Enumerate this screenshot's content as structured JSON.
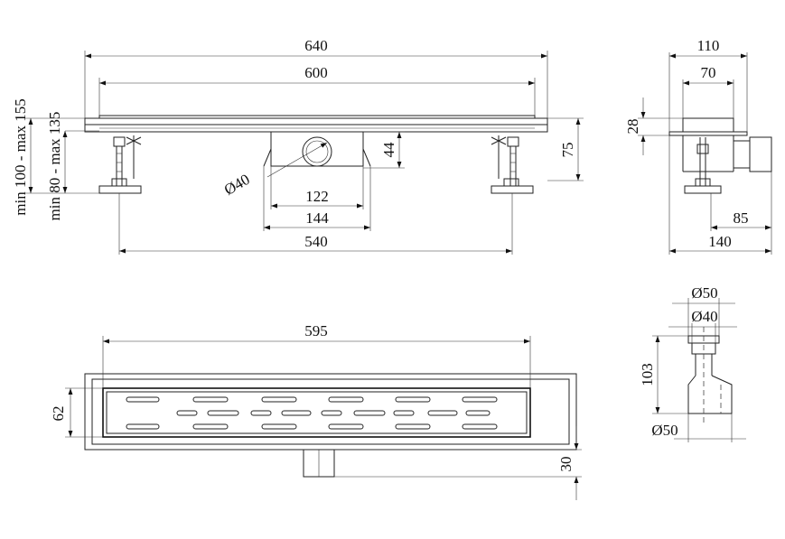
{
  "dimensions": {
    "front": {
      "overall_length": "640",
      "grate_length": "600",
      "outlet_inner": "122",
      "outlet_outer": "144",
      "feet_span": "540",
      "outlet_diameter": "Ø40",
      "outlet_height": "44",
      "total_height": "75",
      "adjust_range_1": "min 100 - max 155",
      "adjust_range_2": "min 80 - max 135"
    },
    "side": {
      "overall_width": "110",
      "channel_width": "70",
      "flange_height": "28",
      "outlet_offset": "85",
      "overall_depth": "140"
    },
    "top": {
      "grate_length": "595",
      "grate_width": "62",
      "outlet_projection": "30"
    },
    "trap": {
      "top_outer_diameter": "Ø50",
      "top_inner_diameter": "Ø40",
      "height": "103",
      "bottom_diameter": "Ø50"
    }
  }
}
